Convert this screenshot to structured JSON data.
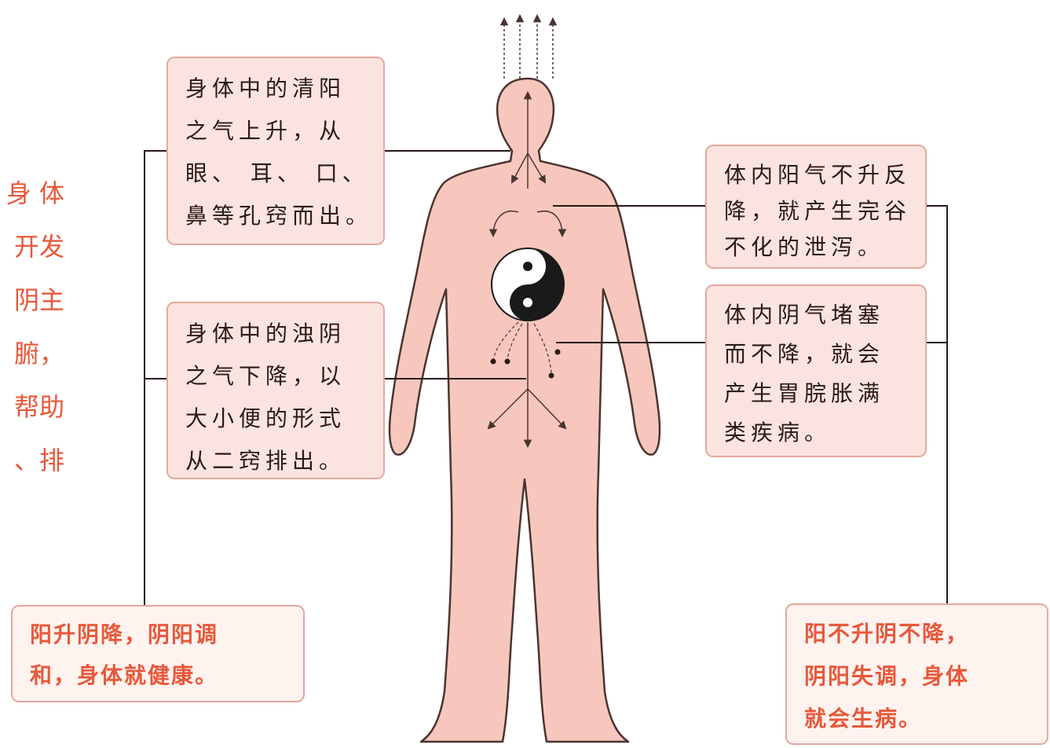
{
  "boxes": {
    "upper_left": "身体中的清阳\n之气上升，从\n眼、 耳、 口、\n鼻等孔窍而出。",
    "middle_left": "身体中的浊阴\n之气下降，以\n大小便的形式\n从二窍排出。",
    "upper_right": "体内阳气不升反\n降，就产生完谷\n不化的泄泻。",
    "middle_right": "体内阴气堵塞\n而不降，就会\n产生胃脘胀满\n类疾病。",
    "bottom_left": "阳升阴降，阴阳调\n和，身体就健康。",
    "bottom_right": "阳不升阴不降，\n阴阳失调，身体\n就会生病。"
  },
  "left_edge_text": [
    "身 体",
    "开发",
    "阴主",
    "腑，",
    "帮助",
    "、排"
  ],
  "colors": {
    "body_fill": "#f7c7bd",
    "body_stroke": "#4a3430",
    "box_fill": "#fbe4e0",
    "box_border": "#e6a89d",
    "accent_red": "#e8583a"
  },
  "icons": [
    "yin-yang-icon",
    "up-arrow-icon",
    "down-arrow-icon"
  ]
}
